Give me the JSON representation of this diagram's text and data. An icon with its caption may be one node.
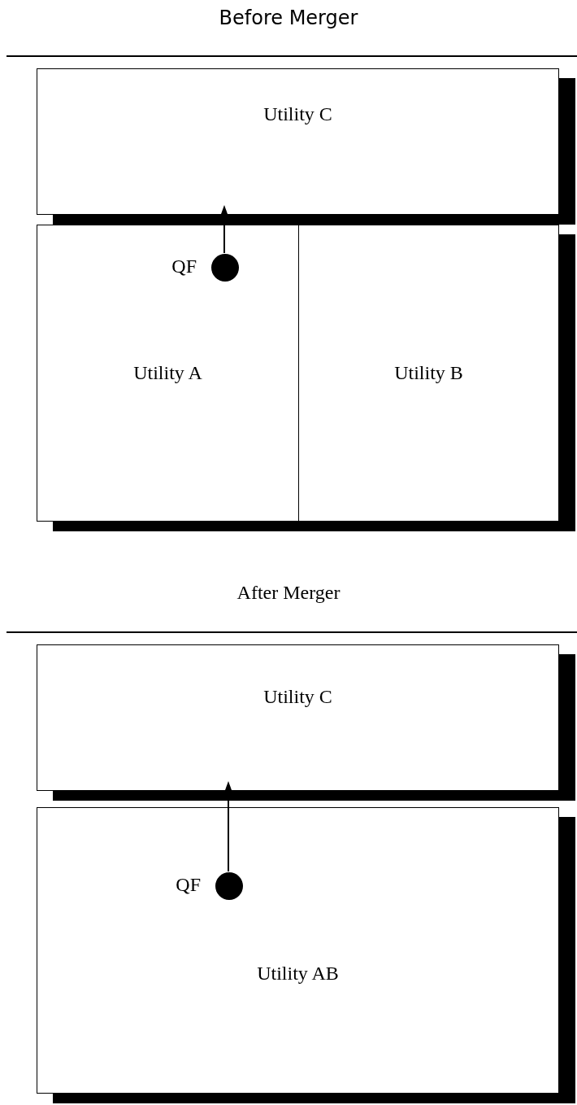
{
  "diagram": {
    "nodes": [
      {
        "text": [
          "Utility C"
        ]
      },
      {
        "text": [
          "Utility A"
        ]
      },
      {
        "text": [
          "Utility B"
        ]
      },
      {
        "text": [],
        "shape": "circle",
        "beside": [
          "QF"
        ],
        "in": 1
      },
      {
        "text": [
          "Utility C"
        ]
      },
      {
        "text": [
          "Utility AB"
        ]
      },
      {
        "text": [],
        "shape": "circle",
        "beside": [
          "QF"
        ],
        "in": 5
      }
    ],
    "edges": [
      {
        "from": 3,
        "to": 0,
        "arrow": "to"
      },
      {
        "from": 6,
        "to": 4,
        "arrow": "to"
      }
    ],
    "labels": [
      "Before Merger",
      "After Merger"
    ]
  }
}
